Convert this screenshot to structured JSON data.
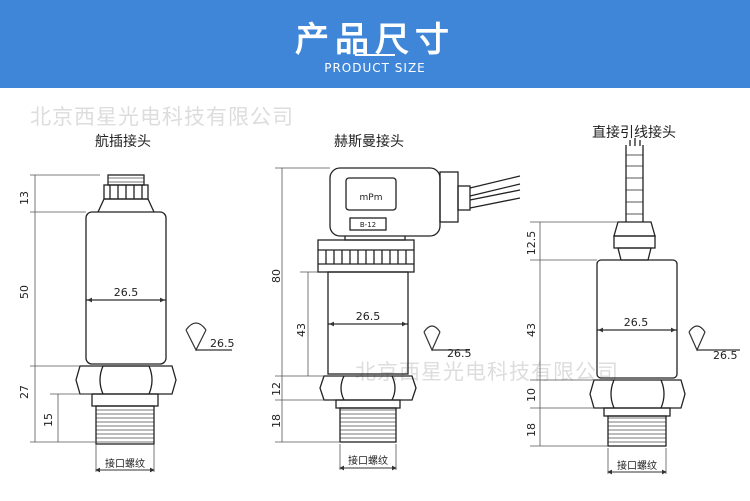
{
  "header": {
    "title": "产品尺寸",
    "subtitle": "PRODUCT SIZE"
  },
  "watermark": {
    "text": "北京西星光电科技有限公司"
  },
  "variants": [
    {
      "title": "航插接头",
      "mpm_label": "",
      "rating_label": "",
      "dimensions": {
        "top": "13",
        "body": "50",
        "hex": "27",
        "thread": "15",
        "diameter": "26.5",
        "roughness": "26.5"
      },
      "thread_label": "接口螺纹"
    },
    {
      "title": "赫斯曼接头",
      "mpm_label": "mPm",
      "rating_label": "B-12",
      "dimensions": {
        "total": "80",
        "body": "43",
        "hex": "12",
        "thread": "18",
        "diameter": "26.5",
        "roughness": "26.5"
      },
      "thread_label": "接口螺纹"
    },
    {
      "title": "直接引线接头",
      "mpm_label": "",
      "rating_label": "",
      "dimensions": {
        "top": "12.5",
        "body": "43",
        "hex": "10",
        "thread": "18",
        "diameter": "26.5",
        "roughness": "26.5"
      },
      "thread_label": "接口螺纹"
    }
  ],
  "colors": {
    "banner": "#3f86d8",
    "line": "#222222",
    "dimension": "#333333",
    "watermark": "#dddddd"
  }
}
